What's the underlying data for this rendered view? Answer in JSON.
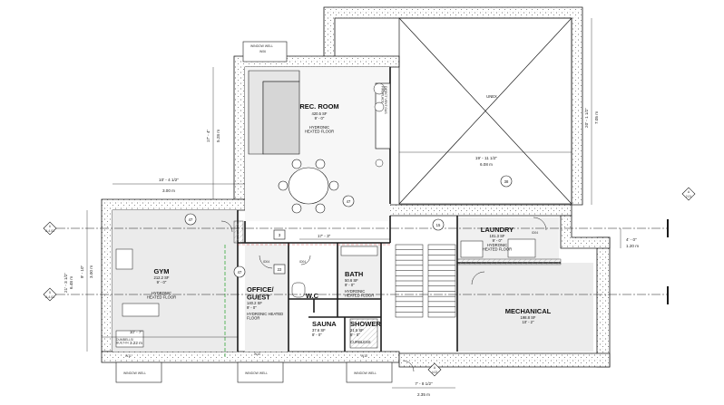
{
  "rooms": {
    "rec_room": {
      "name": "REC. ROOM",
      "area": "420.5 SF",
      "height": "9' - 0\"",
      "floor": "HYDRONIC\nHEATED FLOOR"
    },
    "gym": {
      "name": "GYM",
      "area": "212.2 SF",
      "height": "9' - 0\"",
      "floor": "HYDRONIC\nHEATED FLOOR"
    },
    "office": {
      "name": "OFFICE/\nGUEST",
      "area": "140.2 SF",
      "height": "9' - 0\"",
      "floor": "HYDRONIC HEATED\nFLOOR"
    },
    "bath": {
      "name": "BATH",
      "area": "50.6 SF",
      "height": "9' - 0\"",
      "floor": "HYDRONIC\nHEATED FLOOR"
    },
    "wc": {
      "name": "W.C"
    },
    "sauna": {
      "name": "SAUNA",
      "area": "37.6 SF",
      "height": "8' - 0\""
    },
    "shower": {
      "name": "SHOWER",
      "area": "21.5 SF",
      "height": "8' - 0\"",
      "note": "CURBLESS"
    },
    "laundry": {
      "name": "LAUNDRY",
      "area": "101.3 SF",
      "height": "9' - 0\"",
      "floor": "HYDRONIC\nHEATED FLOOR"
    },
    "mechanical": {
      "name": "MECHANICAL",
      "area": "198.8 SF",
      "height": "10' - 2\""
    },
    "unex": {
      "name": "UNEX"
    }
  },
  "dimensions": {
    "d1": "19' - 11 1/2\"",
    "d1m": "6.08 m",
    "d2": "10' - 4 1/2\"",
    "d2m": "3.00 m",
    "d3": "17' - 4\"",
    "d3m": "5.28 m",
    "d4": "20' - 1 1/2\"",
    "d4m": "7.05 m",
    "d5": "21' - 3 1/2\"",
    "d5m": "6.48 m",
    "d6": "9' - 10\"",
    "d6m": "3.00 m",
    "d7": "10' - 7\"",
    "d7m": "3.22 m",
    "d8": "7' - 8 1/2\"",
    "d8m": "2.35 m",
    "d9": "4' - 0\"",
    "d9m": "1.20 m",
    "d10": "17' - 3\""
  },
  "tags": {
    "t47a": "47",
    "t47b": "47",
    "t47c": "47",
    "t38": "38",
    "t15": "15",
    "t3": "3",
    "t22": "22",
    "g1": "6",
    "g1s": "A-4.01",
    "g2": "5",
    "g2s": "A-4.01",
    "s1": "A",
    "s1s": "2.01",
    "s2": "A",
    "s2s": "4.02"
  },
  "notes": {
    "fireplace": "DIRECT VENT GAS\nFIREPLACE",
    "dumbbells": "DUMBELLS/\nBUILT-IN",
    "w11": "W11",
    "w12": "W12",
    "w06": "W06",
    "w10": "W10",
    "id04a": "ID04",
    "id04b": "ID04",
    "id04c": "ID04",
    "window_well": "WINDOW WELL"
  },
  "colors": {
    "line": "#1a1a1a",
    "wall_fill": "#c8c8c8",
    "room_fill": "#eeeeee",
    "green": "#4caf50"
  }
}
